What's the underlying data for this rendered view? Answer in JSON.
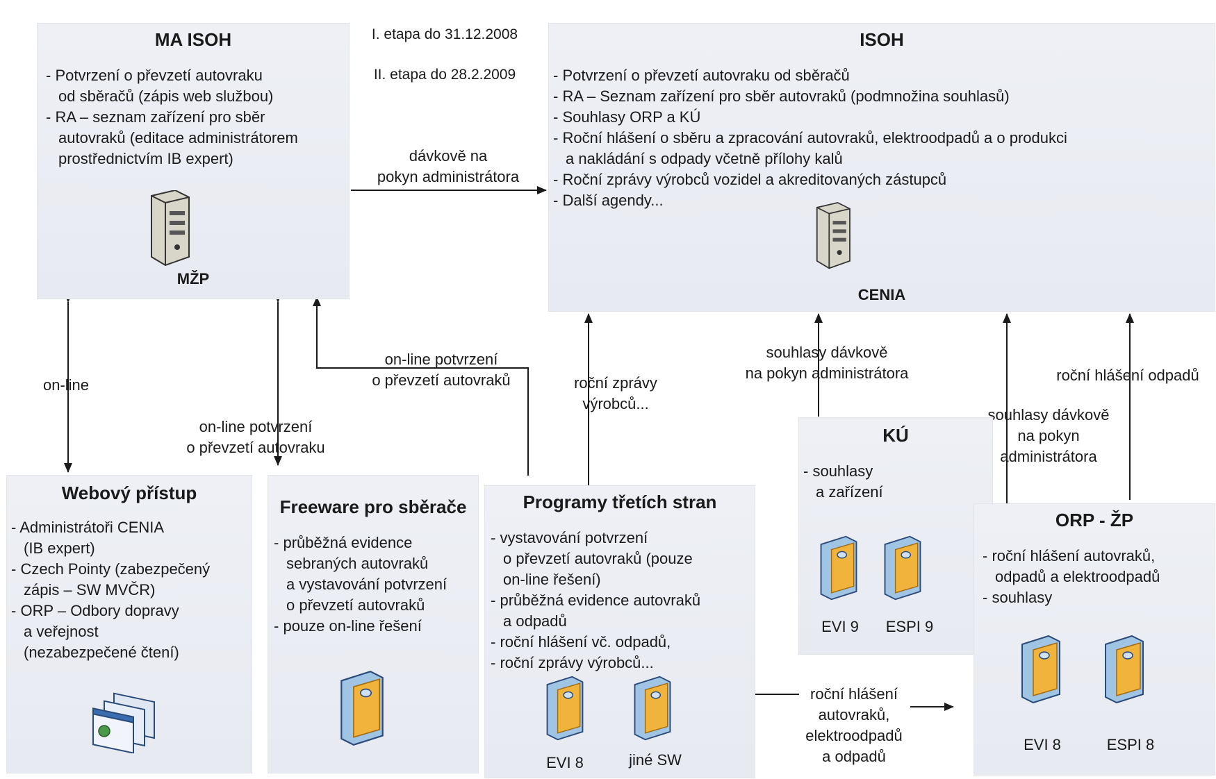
{
  "header_note": [
    "I. etapa do 31.12.2008",
    "II. etapa do 28.2.2009"
  ],
  "ma_isoh": {
    "title": "MA ISOH",
    "items": [
      "Potvrzení o převzetí autovraku\nod sběračů (zápis web službou)",
      "RA – seznam zařízení pro sběr\nautovraků (editace administrátorem\nprostřednictvím IB expert)"
    ],
    "server_label": "MŽP"
  },
  "isoh": {
    "title": "ISOH",
    "items": [
      "Potvrzení o převzetí autovraku od sběračů",
      "RA – Seznam zařízení pro sběr autovraků (podmnožina souhlasů)",
      "Souhlasy ORP a KÚ",
      "Roční hlášení o sběru a zpracování autovraků, elektroodpadů a o produkci\na nakládání s odpady včetně přílohy kalů",
      "Roční zprávy výrobců vozidel a akreditovaných zástupců",
      "Další agendy..."
    ],
    "server_label": "CENIA"
  },
  "web": {
    "title": "Webový přístup",
    "items": [
      "Administrátoři CENIA\n(IB expert)",
      "Czech Pointy (zabezpečený\nzápis – SW MVČR)",
      "ORP – Odbory dopravy\na veřejnost\n(nezabezpečené čtení)"
    ]
  },
  "freeware": {
    "title": "Freeware pro sběrače",
    "items": [
      "průběžná evidence\nsebraných autovraků\na vystavování potvrzení\no převzetí autovraků",
      "pouze on-line řešení"
    ]
  },
  "third": {
    "title": "Programy třetích stran",
    "items": [
      "vystavování potvrzení\no převzetí autovraků (pouze\non-line řešení)",
      "průběžná evidence autovraků\na odpadů",
      "roční hlášení vč. odpadů,",
      "roční zprávy výrobců..."
    ],
    "sw_labels": [
      "EVI 8",
      "jiné SW"
    ]
  },
  "ku": {
    "title": "KÚ",
    "items": [
      "souhlasy\na zařízení"
    ],
    "sw_labels": [
      "EVI 9",
      "ESPI 9"
    ]
  },
  "orp": {
    "title": "ORP - ŽP",
    "items": [
      "roční hlášení autovraků,\nodpadů a elektroodpadů",
      "souhlasy"
    ],
    "sw_labels": [
      "EVI 8",
      "ESPI 8"
    ]
  },
  "connectors": {
    "batch_admin": "dávkově na\npokyn administrátora",
    "online": "on-line",
    "online_confirm_single": "on-line potvrzení\no převzetí autovraku",
    "online_confirm_plural": "on-line potvrzení\no převzetí autovraků",
    "annual_reports": "roční zprávy\nvýrobců...",
    "consents_batch_ku": "souhlasy dávkově\nna pokyn administrátora",
    "consents_batch_orp": "souhlasy dávkově\nna pokyn\nadministrátora",
    "annual_waste": "roční hlášení odpadů",
    "annual_third_to_orp": "roční hlášení\nautovraků,\nelektroodpadů\na odpadů"
  }
}
